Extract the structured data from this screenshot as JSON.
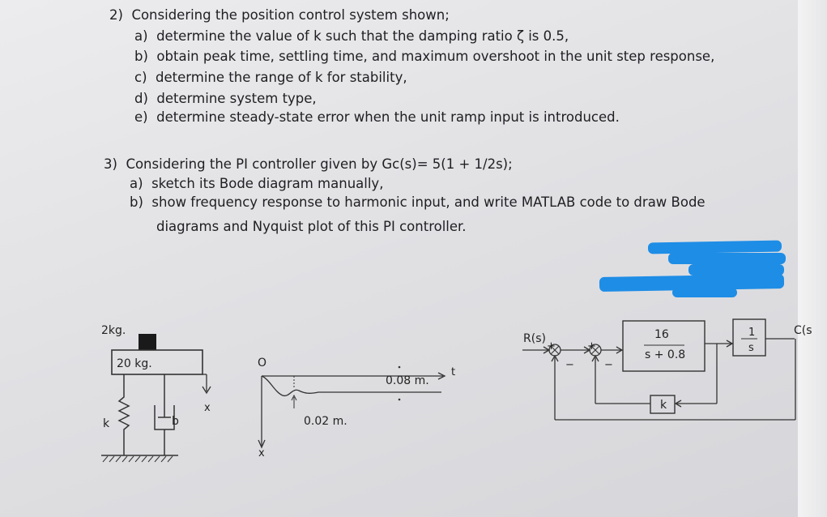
{
  "q2": {
    "number": "2)",
    "intro": "Considering the position control system shown;",
    "items": [
      {
        "letter": "a)",
        "text": "determine the value of k such that the damping ratio ζ is 0.5,"
      },
      {
        "letter": "b)",
        "text": "obtain peak time, settling time, and maximum overshoot in the unit step response,"
      },
      {
        "letter": "c)",
        "text": "determine the range of k for stability,"
      },
      {
        "letter": "d)",
        "text": "determine system type,"
      },
      {
        "letter": "e)",
        "text": "determine steady-state error when the unit ramp input is introduced."
      }
    ]
  },
  "q3": {
    "number": "3)",
    "intro": "Considering the PI controller given by Gc(s)= 5(1 + 1/2s);",
    "items": [
      {
        "letter": "a)",
        "text": "sketch its Bode diagram manually,"
      },
      {
        "letter": "b)",
        "text": "show frequency response to harmonic input, and write MATLAB code to draw Bode",
        "text2": "diagrams and Nyquist plot of this PI controller."
      }
    ]
  },
  "mass_system": {
    "small_mass": "2kg.",
    "big_mass": "20 kg.",
    "spring": "k",
    "damper": "b",
    "displacement": "x"
  },
  "response_plot": {
    "origin": "O",
    "x_axis": "x",
    "t_axis": "t",
    "peak_label": "0.08 m.",
    "dip_label": "0.02 m."
  },
  "block_diagram": {
    "input": "R(s)",
    "output": "C(s",
    "plus": "+",
    "minus": "−",
    "plant_num": "16",
    "plant_den": "s + 0.8",
    "integrator_num": "1",
    "integrator_den": "s",
    "gain": "k"
  }
}
